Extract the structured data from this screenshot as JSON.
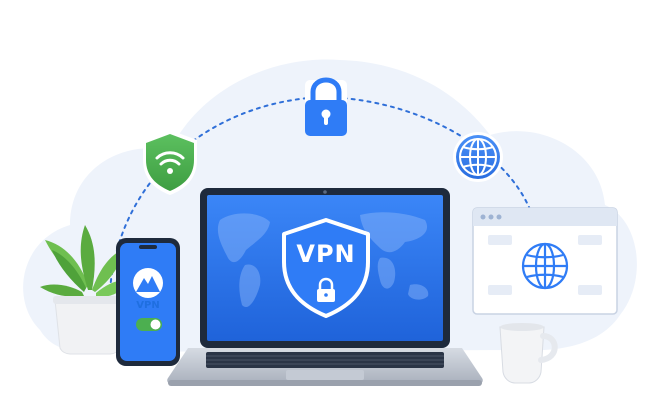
{
  "illustration": {
    "laptop_badge_text": "VPN",
    "phone_label_text": "VPN",
    "toggle_state": "on",
    "icons": [
      "wifi-shield-icon",
      "lock-icon",
      "globe-icon",
      "browser-globe-icon",
      "vpn-shield-icon",
      "mountain-logo-icon",
      "mug-icon",
      "plant-icon"
    ]
  },
  "colors": {
    "primary_blue": "#2f7cf6",
    "dark_blue": "#1f5fd1",
    "green": "#4caf50",
    "background_cloud": "#eef3fb"
  }
}
